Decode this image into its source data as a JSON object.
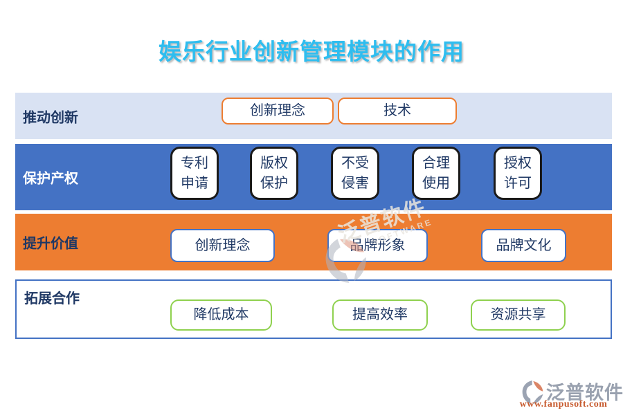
{
  "title": "娱乐行业创新管理模块的作用",
  "rows": [
    {
      "label": "推动创新",
      "items": [
        "创新理念",
        "技术"
      ]
    },
    {
      "label": "保护产权",
      "items": [
        "专利申请",
        "版权保护",
        "不受侵害",
        "合理使用",
        "授权许可"
      ]
    },
    {
      "label": "提升价值",
      "items": [
        "创新理念",
        "品牌形象",
        "品牌文化"
      ]
    },
    {
      "label": "拓展合作",
      "items": [
        "降低成本",
        "提高效率",
        "资源共享"
      ]
    }
  ],
  "watermark": {
    "brand": "泛普软件",
    "sub": "SOFTWARE",
    "icon": "fanpu-logo-icon"
  },
  "footer": {
    "brand": "泛普软件",
    "url": "www.fanpusoft.com",
    "icon": "fanpu-logo-icon"
  },
  "colors": {
    "title": "#2EBDEF",
    "row1_bg": "#D9E2F3",
    "row2_bg": "#4472C4",
    "row3_bg": "#ED7D31",
    "row4_border": "#4472C4",
    "node_border_orange": "#ED7D31",
    "node_border_dark": "#1A1A1A",
    "node_border_blue": "#4472C4",
    "node_border_green": "#8FD14F",
    "node_text": "#1F3864",
    "row2_label_text": "#FFFFFF",
    "logo_gray": "#99A1AF",
    "logo_orange": "#C75B2F"
  }
}
